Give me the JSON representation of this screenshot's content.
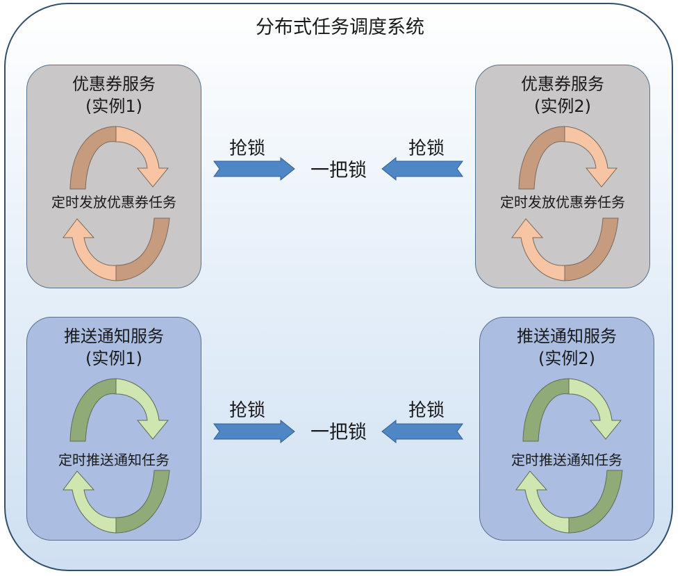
{
  "diagram": {
    "title": "分布式任务调度系统",
    "rows": [
      {
        "service_name": "优惠券服务",
        "instances": [
          "(实例1)",
          "(实例2)"
        ],
        "task": "定时发放优惠券任务",
        "lock_label": "一把锁",
        "grab_label": "抢锁",
        "colors": {
          "box": "#c9c7c7",
          "cycle_dark": "#c79b7d",
          "cycle_light": "#f8c5a4"
        }
      },
      {
        "service_name": "推送通知服务",
        "instances": [
          "(实例1)",
          "(实例2)"
        ],
        "task": "定时推送通知任务",
        "lock_label": "一把锁",
        "grab_label": "抢锁",
        "colors": {
          "box": "#abbee2",
          "cycle_dark": "#90aa78",
          "cycle_light": "#cfe6b0"
        }
      }
    ],
    "colors": {
      "arrow": "#4f86c6",
      "arrow_stroke": "#2f5f93",
      "border": "#2f4f6b"
    }
  }
}
